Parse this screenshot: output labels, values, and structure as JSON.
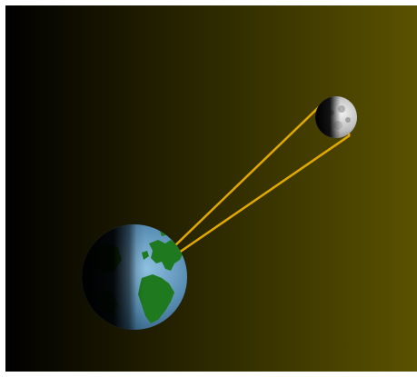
{
  "scene": {
    "background_gradient": {
      "from": "#000000",
      "to": "#5a5200"
    },
    "frame_color": "#ffffff",
    "earth": {
      "label": "",
      "ocean_color": "#5a8fb5",
      "land_color": "#1f7a1f",
      "shadow_color": "#000000",
      "lit_side": "right"
    },
    "moon": {
      "label": "",
      "surface_color": "#c8c8c8",
      "lit_side": "right"
    },
    "sight_lines": {
      "color": "#e0a800",
      "count": 2,
      "description": ""
    }
  }
}
